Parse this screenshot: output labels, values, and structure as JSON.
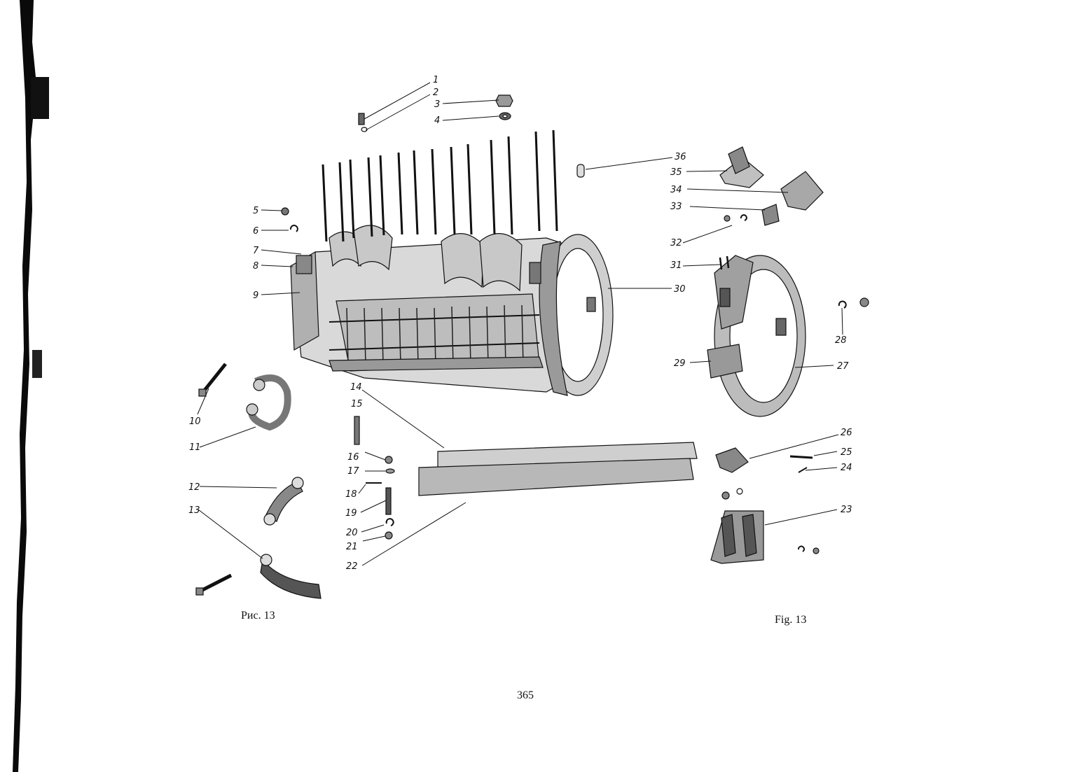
{
  "figure": {
    "caption_ru": "Рис. 13",
    "caption_en": "Fig. 13",
    "page_number": "365"
  },
  "callouts": [
    "1",
    "2",
    "3",
    "4",
    "5",
    "6",
    "7",
    "8",
    "9",
    "10",
    "11",
    "12",
    "13",
    "14",
    "15",
    "16",
    "17",
    "18",
    "19",
    "20",
    "21",
    "22",
    "23",
    "24",
    "25",
    "26",
    "27",
    "28",
    "29",
    "30",
    "31",
    "32",
    "33",
    "34",
    "35",
    "36"
  ],
  "colors": {
    "ink": "#111111",
    "paper": "#ffffff",
    "spine": "#0a0a0a"
  }
}
